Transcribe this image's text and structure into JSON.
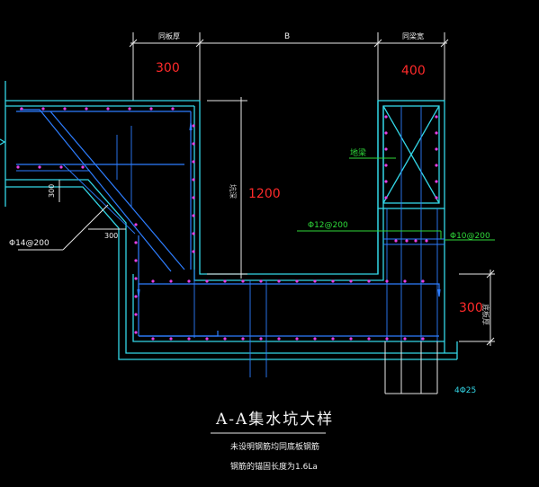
{
  "drawing": {
    "title": "A-A集水坑大样",
    "notes": [
      "未设明钢筋均同底板钢筋",
      "钢筋的锚固长度为1.6La"
    ]
  },
  "dimensions": {
    "top_left_label": "同板厚",
    "top_left_value": "300",
    "top_middle_label": "B",
    "top_right_label": "同梁宽",
    "top_right_value": "400",
    "depth_value": "1200",
    "depth_side_label": "坑深",
    "left_offset": "300",
    "left_slope_offset": "300",
    "right_bottom_value": "300",
    "right_bottom_label": "底板厚"
  },
  "rebar_labels": {
    "left": "Φ14@200",
    "middle": "Φ12@200",
    "right": "Φ10@200",
    "beam_label": "地梁",
    "bottom": "4Φ25"
  },
  "colors": {
    "background": "#000000",
    "outline": "#33d6e6",
    "dimension": "#e8e8e8",
    "value": "#ff2a2a",
    "rebar_label": "#2fd93a",
    "rebar": "#2d7dff",
    "dots": "#e640e6"
  }
}
